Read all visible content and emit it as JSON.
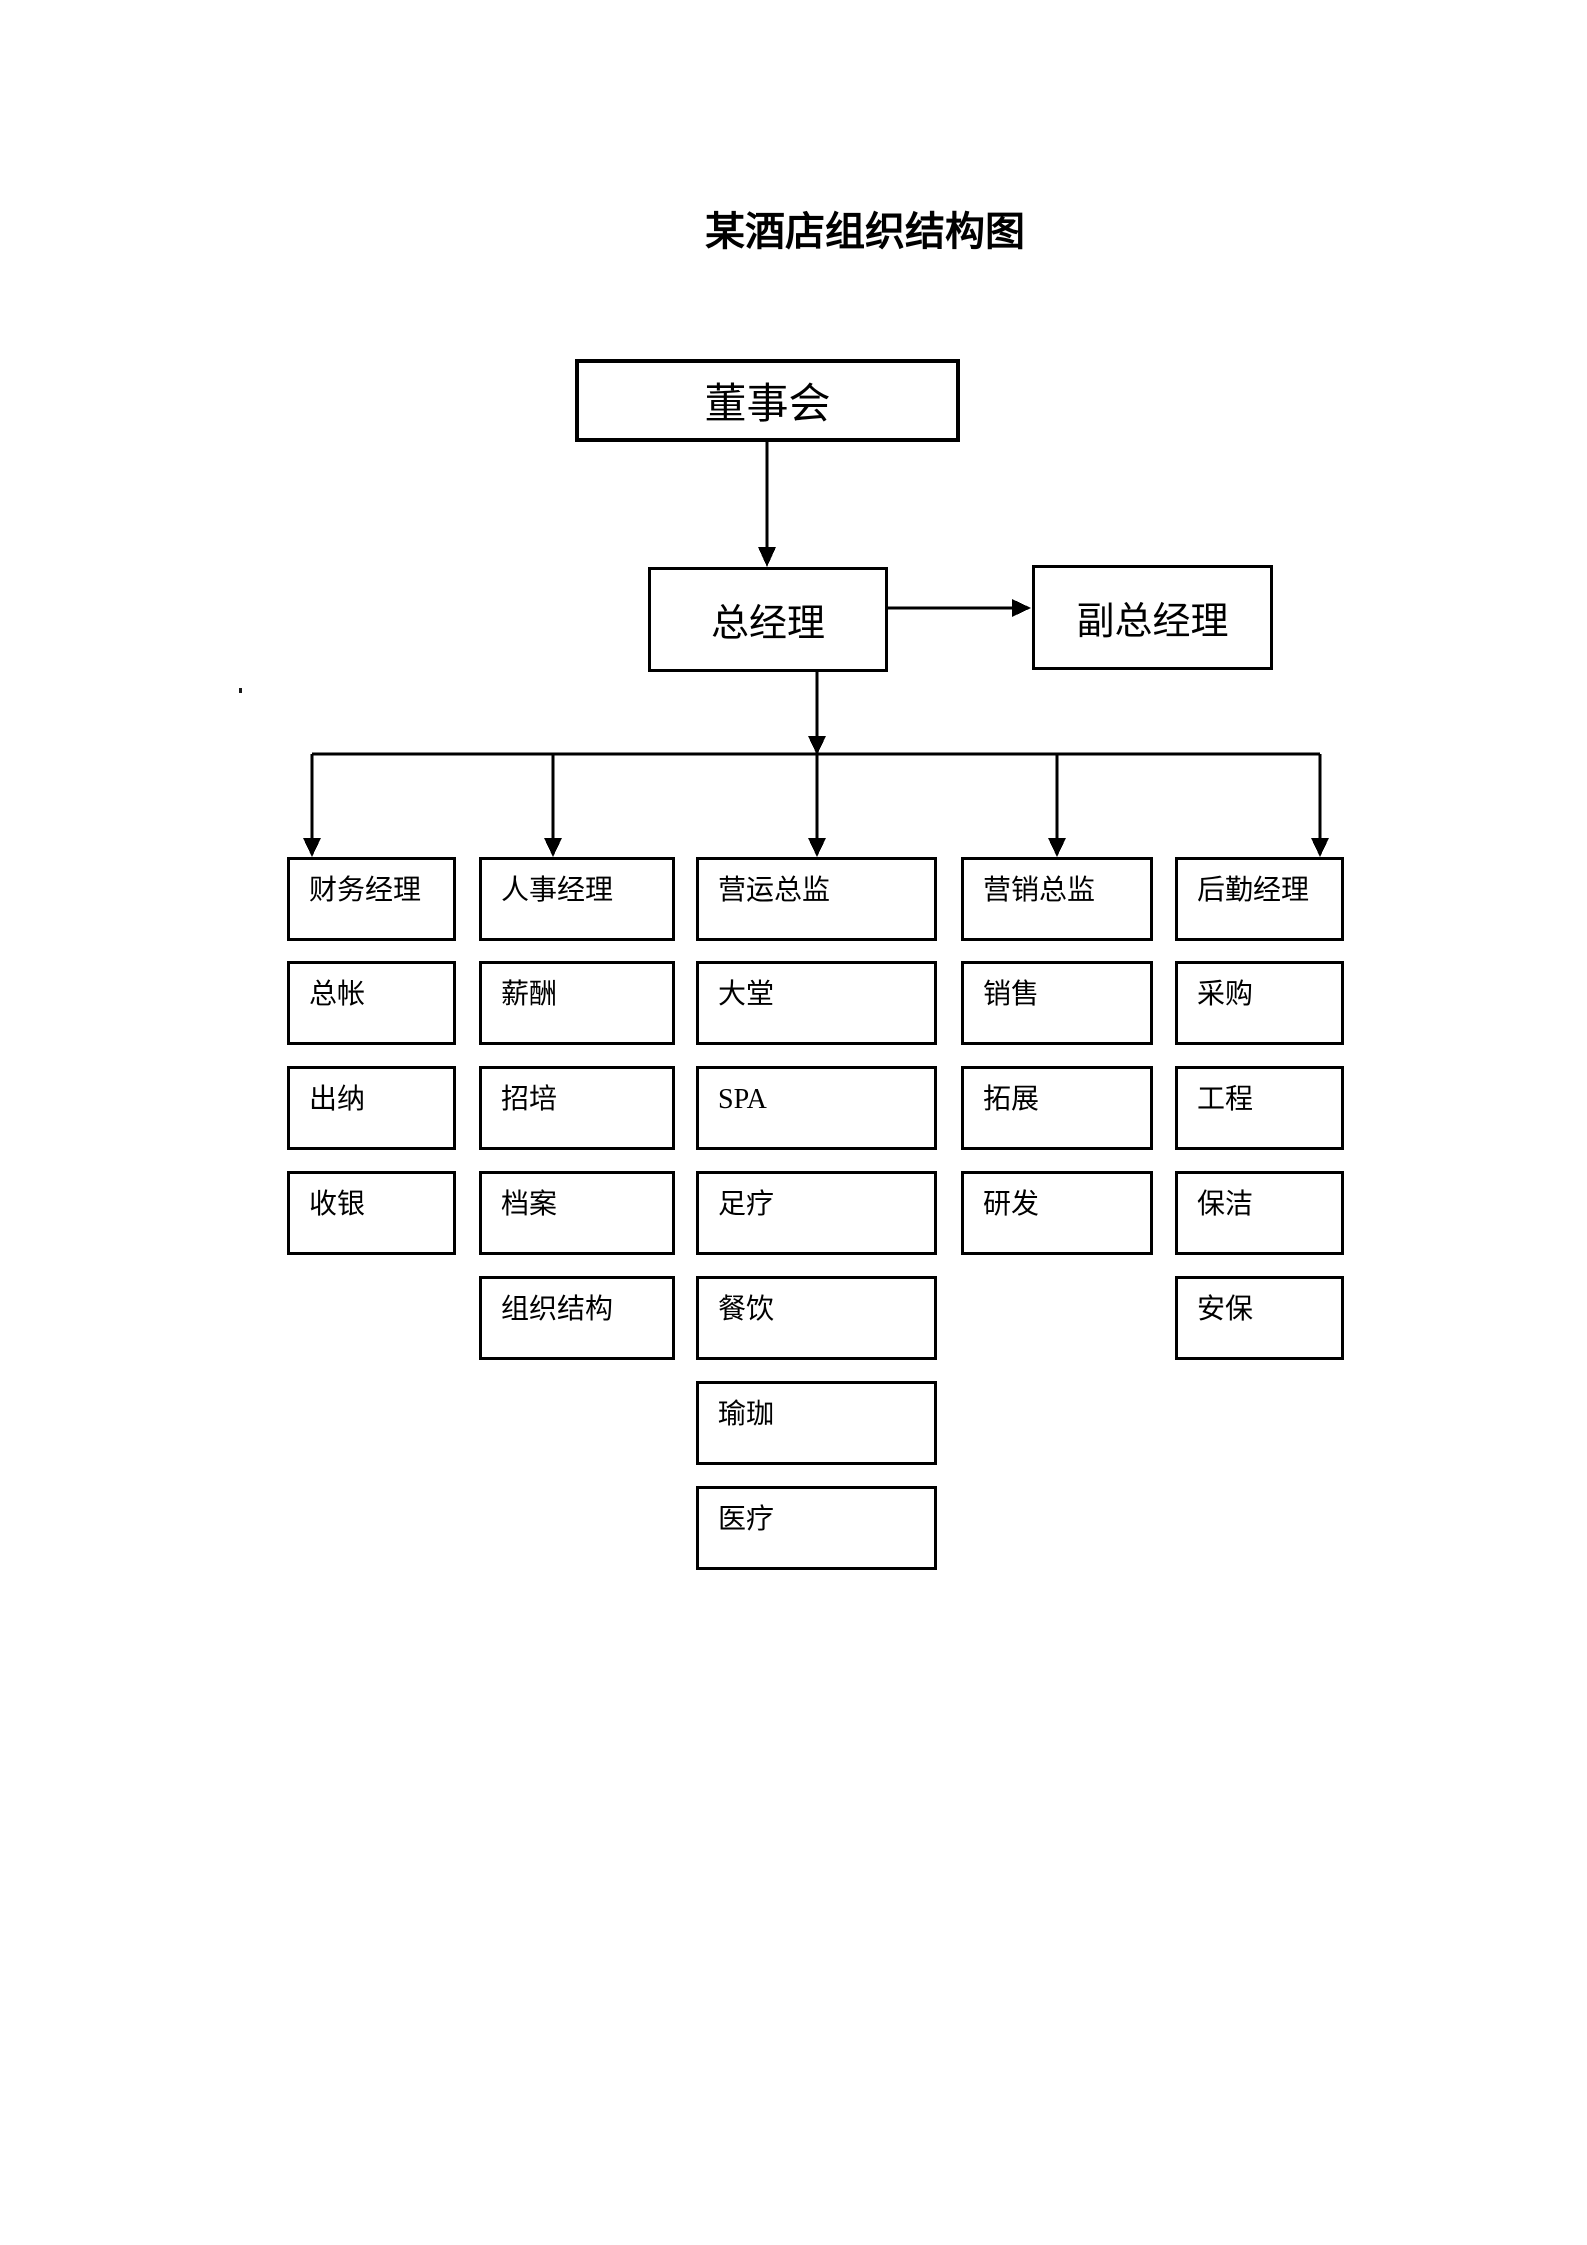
{
  "page": {
    "title": "某酒店组织结构图"
  },
  "chart": {
    "board": "董事会",
    "gm": "总经理",
    "dgm": "副总经理",
    "columns": [
      {
        "head": "财务经理",
        "children": [
          "总帐",
          "出纳",
          "收银"
        ]
      },
      {
        "head": "人事经理",
        "children": [
          "薪酬",
          "招培",
          "档案",
          "组织结构"
        ]
      },
      {
        "head": "营运总监",
        "children": [
          "大堂",
          "SPA",
          "足疗",
          "餐饮",
          "瑜珈",
          "医疗"
        ]
      },
      {
        "head": "营销总监",
        "children": [
          "销售",
          "拓展",
          "研发"
        ]
      },
      {
        "head": "后勤经理",
        "children": [
          "采购",
          "工程",
          "保洁",
          "安保"
        ]
      }
    ]
  },
  "colors": {
    "line": "#000000",
    "background": "#ffffff"
  }
}
